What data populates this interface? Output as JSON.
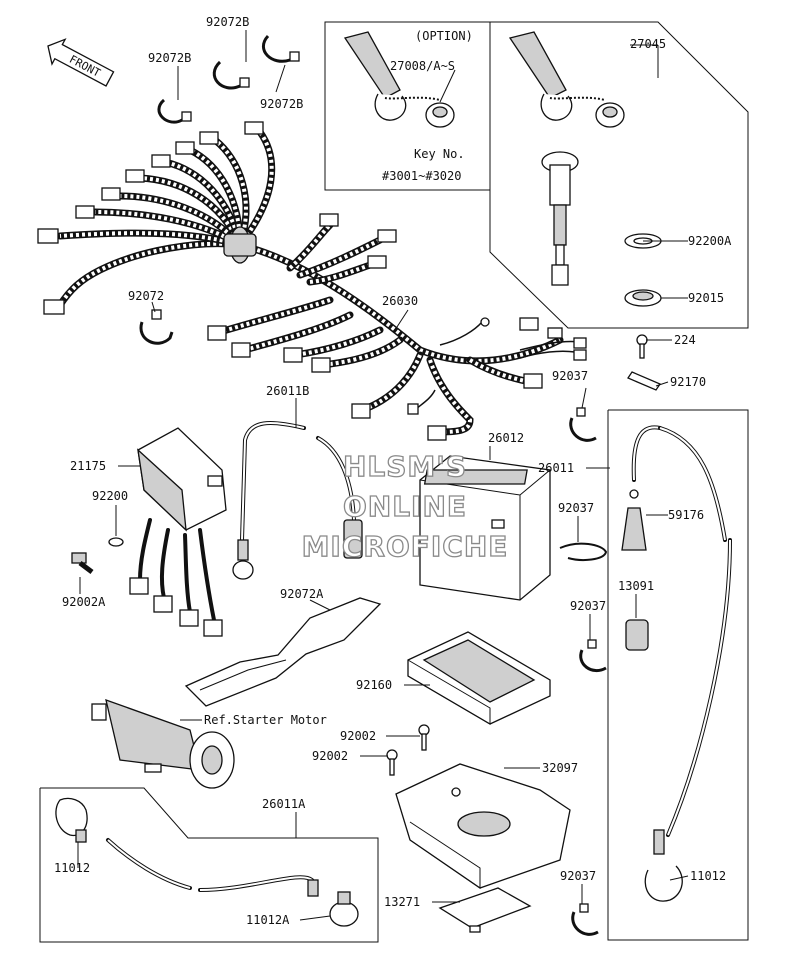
{
  "labels": {
    "front": "FRONT",
    "option": "(OPTION)",
    "key_no": "Key No.",
    "key_range": "#3001~#3020",
    "p27008": "27008/A~S",
    "p27045": "27045",
    "p92072B_a": "92072B",
    "p92072B_b": "92072B",
    "p92072B_c": "92072B",
    "p92072": "92072",
    "p26030": "26030",
    "p92200A": "92200A",
    "p92015": "92015",
    "p224": "224",
    "p92170": "92170",
    "p92037_a": "92037",
    "p92037_b": "92037",
    "p92037_c": "92037",
    "p92037_d": "92037",
    "p26011B": "26011B",
    "p26012": "26012",
    "p26011": "26011",
    "p59176": "59176",
    "p21175": "21175",
    "p92200": "92200",
    "p92002A": "92002A",
    "p92072A": "92072A",
    "p13091": "13091",
    "p92160": "92160",
    "ref_starter": "Ref.Starter Motor",
    "p92002_a": "92002",
    "p92002_b": "92002",
    "p32097": "32097",
    "p26011A": "26011A",
    "p11012_a": "11012",
    "p11012_b": "11012",
    "p11012A": "11012A",
    "p13271": "13271"
  },
  "watermark": {
    "line1": "HLSM'S",
    "line2": "ONLINE",
    "line3": "MICROFICHE"
  }
}
